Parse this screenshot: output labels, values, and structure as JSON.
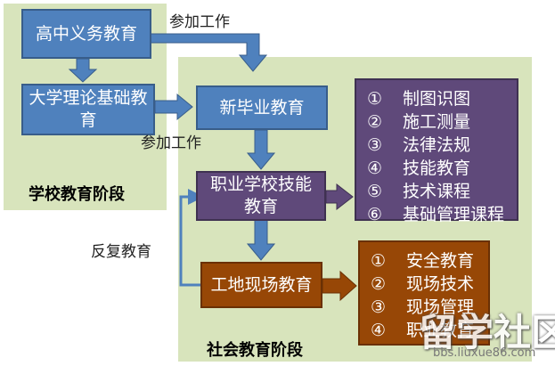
{
  "school_stage": {
    "label": "学校教育阶段",
    "boxes": {
      "high_school": "高中义务教育",
      "university": "大学理论基础教育"
    }
  },
  "society_stage": {
    "label": "社会教育阶段",
    "boxes": {
      "new_graduate": "新毕业教育",
      "vocational": "职业学校技能教育",
      "site": "工地现场教育"
    }
  },
  "arrow_labels": {
    "work_top": "参加工作",
    "work_mid": "参加工作",
    "repeat": "反复教育"
  },
  "vocational_topics": [
    {
      "num": "①",
      "text": "制图识图"
    },
    {
      "num": "②",
      "text": "施工测量"
    },
    {
      "num": "③",
      "text": "法律法规"
    },
    {
      "num": "④",
      "text": "技能教育"
    },
    {
      "num": "⑤",
      "text": "技术课程"
    },
    {
      "num": "⑥",
      "text": "基础管理课程"
    }
  ],
  "site_topics": [
    {
      "num": "①",
      "text": "安全教育"
    },
    {
      "num": "②",
      "text": "现场技术"
    },
    {
      "num": "③",
      "text": "现场管理"
    },
    {
      "num": "④",
      "text": "职业教育"
    }
  ],
  "watermark": {
    "text": "留学社区",
    "url": "bbs.liuxue86.com"
  },
  "colors": {
    "panel": "#d8e4bc",
    "blue_box": "#4f81bd",
    "purple_box": "#5f497a",
    "orange_box": "#974706",
    "arrow": "#4f81bd",
    "orange_arrow": "#974706"
  }
}
